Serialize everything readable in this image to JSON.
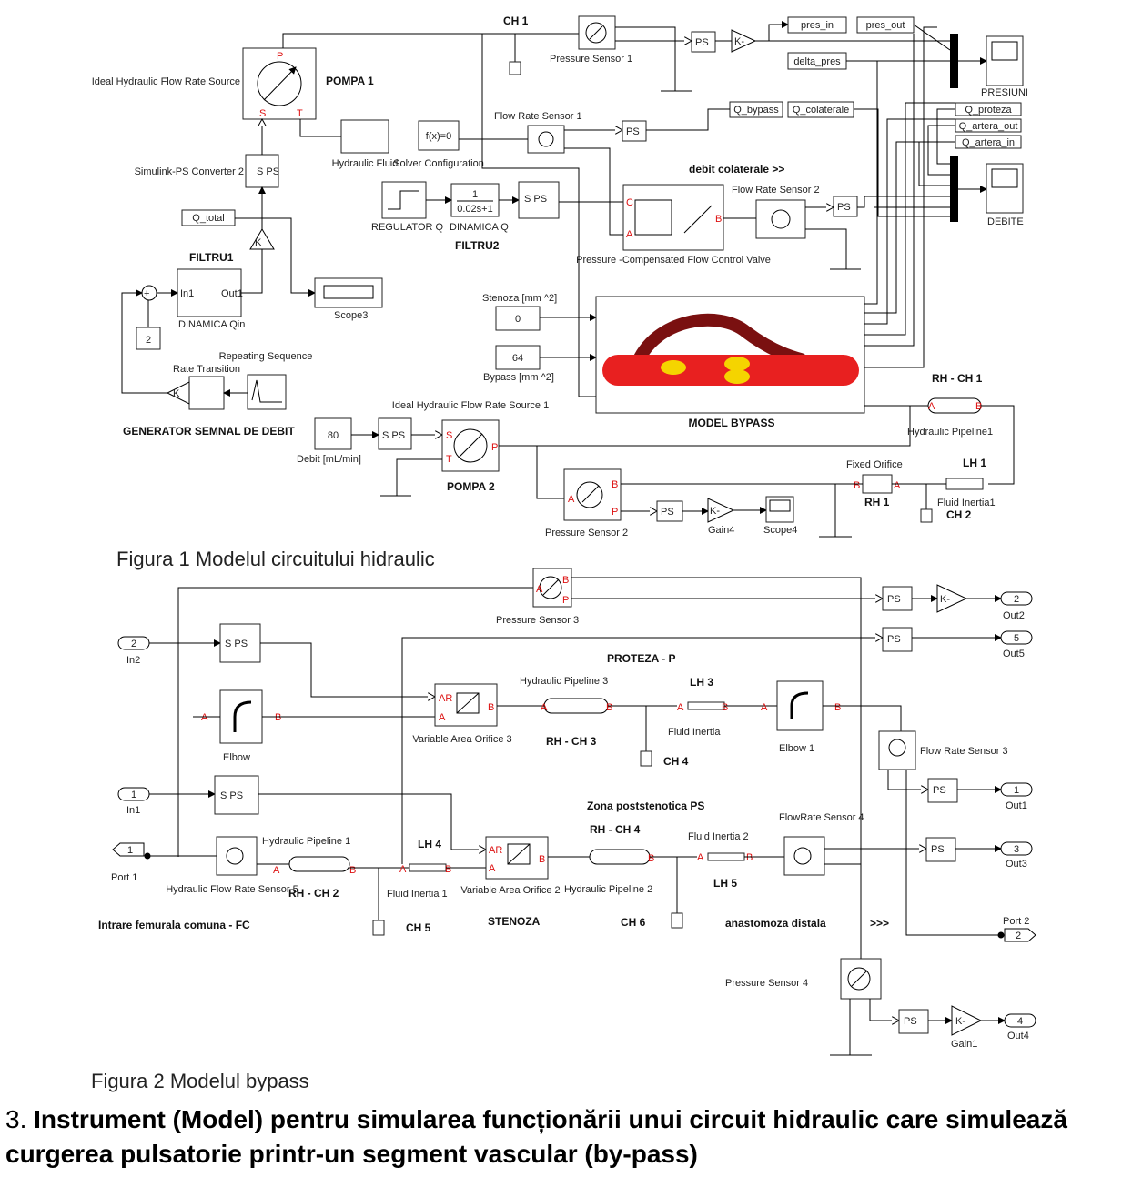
{
  "figure1": {
    "caption": "Figura 1 Modelul circuitului hidraulic",
    "ch1": "CH 1",
    "pressure_sensor_1": "Pressure Sensor 1",
    "ideal_source_title": "Ideal Hydraulic Flow Rate Source",
    "pompa1": "POMPA 1",
    "pres_in": "pres_in",
    "pres_out": "pres_out",
    "delta_pres": "delta_pres",
    "presiuni": "PRESIUNI",
    "flow_rate_sensor_1": "Flow Rate Sensor 1",
    "q_bypass": "Q_bypass",
    "q_colaterale": "Q_colaterale",
    "q_proteza": "Q_proteza",
    "q_artera_out": "Q_artera_out",
    "q_artera_in": "Q_artera_in",
    "hydraulic_fluid": "Hydraulic Fluid",
    "solver_expr": "f(x)=0",
    "solver_config": "Solver Configuration",
    "converter2": "Simulink-PS Converter 2",
    "debit_colaterale": "debit colaterale >>",
    "flow_rate_sensor_2": "Flow Rate Sensor 2",
    "debite": "DEBITE",
    "regulator_q": "REGULATOR Q",
    "tf_num": "1",
    "tf_den": "0.02s+1",
    "dinamica_q": "DINAMICA Q",
    "filtru2": "FILTRU2",
    "pc_valve": "Pressure -Compensated Flow Control Valve",
    "q_total": "Q_total",
    "filtru1": "FILTRU1",
    "dinamica_qin": "DINAMICA Qin",
    "scope3": "Scope3",
    "stenoza_label": "Stenoza [mm ^2]",
    "stenoza_value": "0",
    "bypass_label": "Bypass [mm ^2]",
    "bypass_value": "64",
    "const2": "2",
    "rate_transition": "Rate Transition",
    "repeating_sequence": "Repeating Sequence",
    "generator": "GENERATOR SEMNAL DE DEBIT",
    "model_bypass": "MODEL BYPASS",
    "rh_ch1": "RH - CH 1",
    "ideal_source_1": "Ideal Hydraulic Flow Rate Source 1",
    "debit_value": "80",
    "debit_label": "Debit [mL/min]",
    "pompa2": "POMPA 2",
    "hydraulic_pipeline1": "Hydraulic Pipeline1",
    "fixed_orifice": "Fixed Orifice",
    "lh1": "LH 1",
    "rh1": "RH 1",
    "fluid_inertia1": "Fluid Inertia1",
    "ch2": "CH 2",
    "pressure_sensor_2": "Pressure Sensor 2",
    "gain4": "Gain4",
    "scope4": "Scope4"
  },
  "figure2": {
    "caption": "Figura 2 Modelul bypass",
    "pressure_sensor_3": "Pressure Sensor 3",
    "out2": "Out2",
    "out2_num": "2",
    "out5": "Out5",
    "out5_num": "5",
    "in2": "In2",
    "in2_num": "2",
    "proteza": "PROTEZA - P",
    "hydraulic_pipeline_3": "Hydraulic Pipeline 3",
    "lh3": "LH 3",
    "elbow": "Elbow",
    "variable_area_3": "Variable Area Orifice 3",
    "rh_ch3": "RH - CH 3",
    "fluid_inertia": "Fluid Inertia",
    "ch4": "CH 4",
    "elbow1": "Elbow 1",
    "flow_rate_sensor_3": "Flow Rate Sensor 3",
    "in1": "In1",
    "in1_num": "1",
    "out1": "Out1",
    "out1_num": "1",
    "zona": "Zona poststenotica PS",
    "hydraulic_pipeline_1": "Hydraulic Pipeline 1",
    "lh4": "LH 4",
    "rh_ch4": "RH - CH 4",
    "fluid_inertia_2": "Fluid Inertia 2",
    "flowrate_sensor_4": "FlowRate Sensor 4",
    "out3": "Out3",
    "out3_num": "3",
    "port1": "Port 1",
    "port1_num": "1",
    "hfrs5": "Hydraulic Flow Rate Sensor 5",
    "rh_ch2": "RH - CH 2",
    "fluid_inertia_1": "Fluid Inertia 1",
    "variable_area_2": "Variable Area Orifice 2",
    "hydraulic_pipeline_2": "Hydraulic Pipeline 2",
    "lh5": "LH 5",
    "intrare": "Intrare femurala comuna - FC",
    "ch5": "CH 5",
    "stenoza": "STENOZA",
    "ch6": "CH 6",
    "anastomoza": "anastomoza distala",
    "arrows": ">>>",
    "port2": "Port 2",
    "port2_num": "2",
    "pressure_sensor_4": "Pressure Sensor 4",
    "out4": "Out4",
    "out4_num": "4",
    "gain1": "Gain1"
  },
  "section": {
    "number": "3.",
    "text": "Instrument (Model) pentru simularea funcționării unui circuit hidraulic care simulează curgerea pulsatorie printr-un segment vascular (by-pass)"
  }
}
